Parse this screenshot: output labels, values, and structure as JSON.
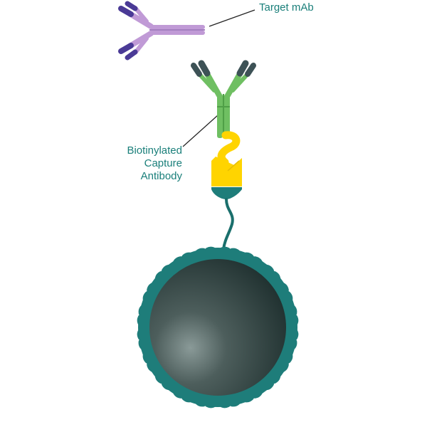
{
  "labels": {
    "target_mab": "Target mAb",
    "capture_antibody": [
      "Biotinylated",
      "Capture",
      "Antibody"
    ]
  },
  "colors": {
    "label_text": "#1a7f7a",
    "leader_line": "#222222",
    "target_mab_light": "#c09ad6",
    "target_mab_dark": "#4a3a96",
    "capture_antibody_light": "#6fbf62",
    "capture_antibody_dark": "#3d5256",
    "biotin": "#ffd400",
    "streptavidin": "#ffd400",
    "linker": "#1a6f6c",
    "bead_shell": "#1e7d7a",
    "bead_core_center": "#8a9a98",
    "bead_core_edge": "#213231"
  },
  "icons": [
    "target-mab-icon",
    "capture-antibody-icon",
    "biotin-icon",
    "streptavidin-icon",
    "bead-icon"
  ]
}
